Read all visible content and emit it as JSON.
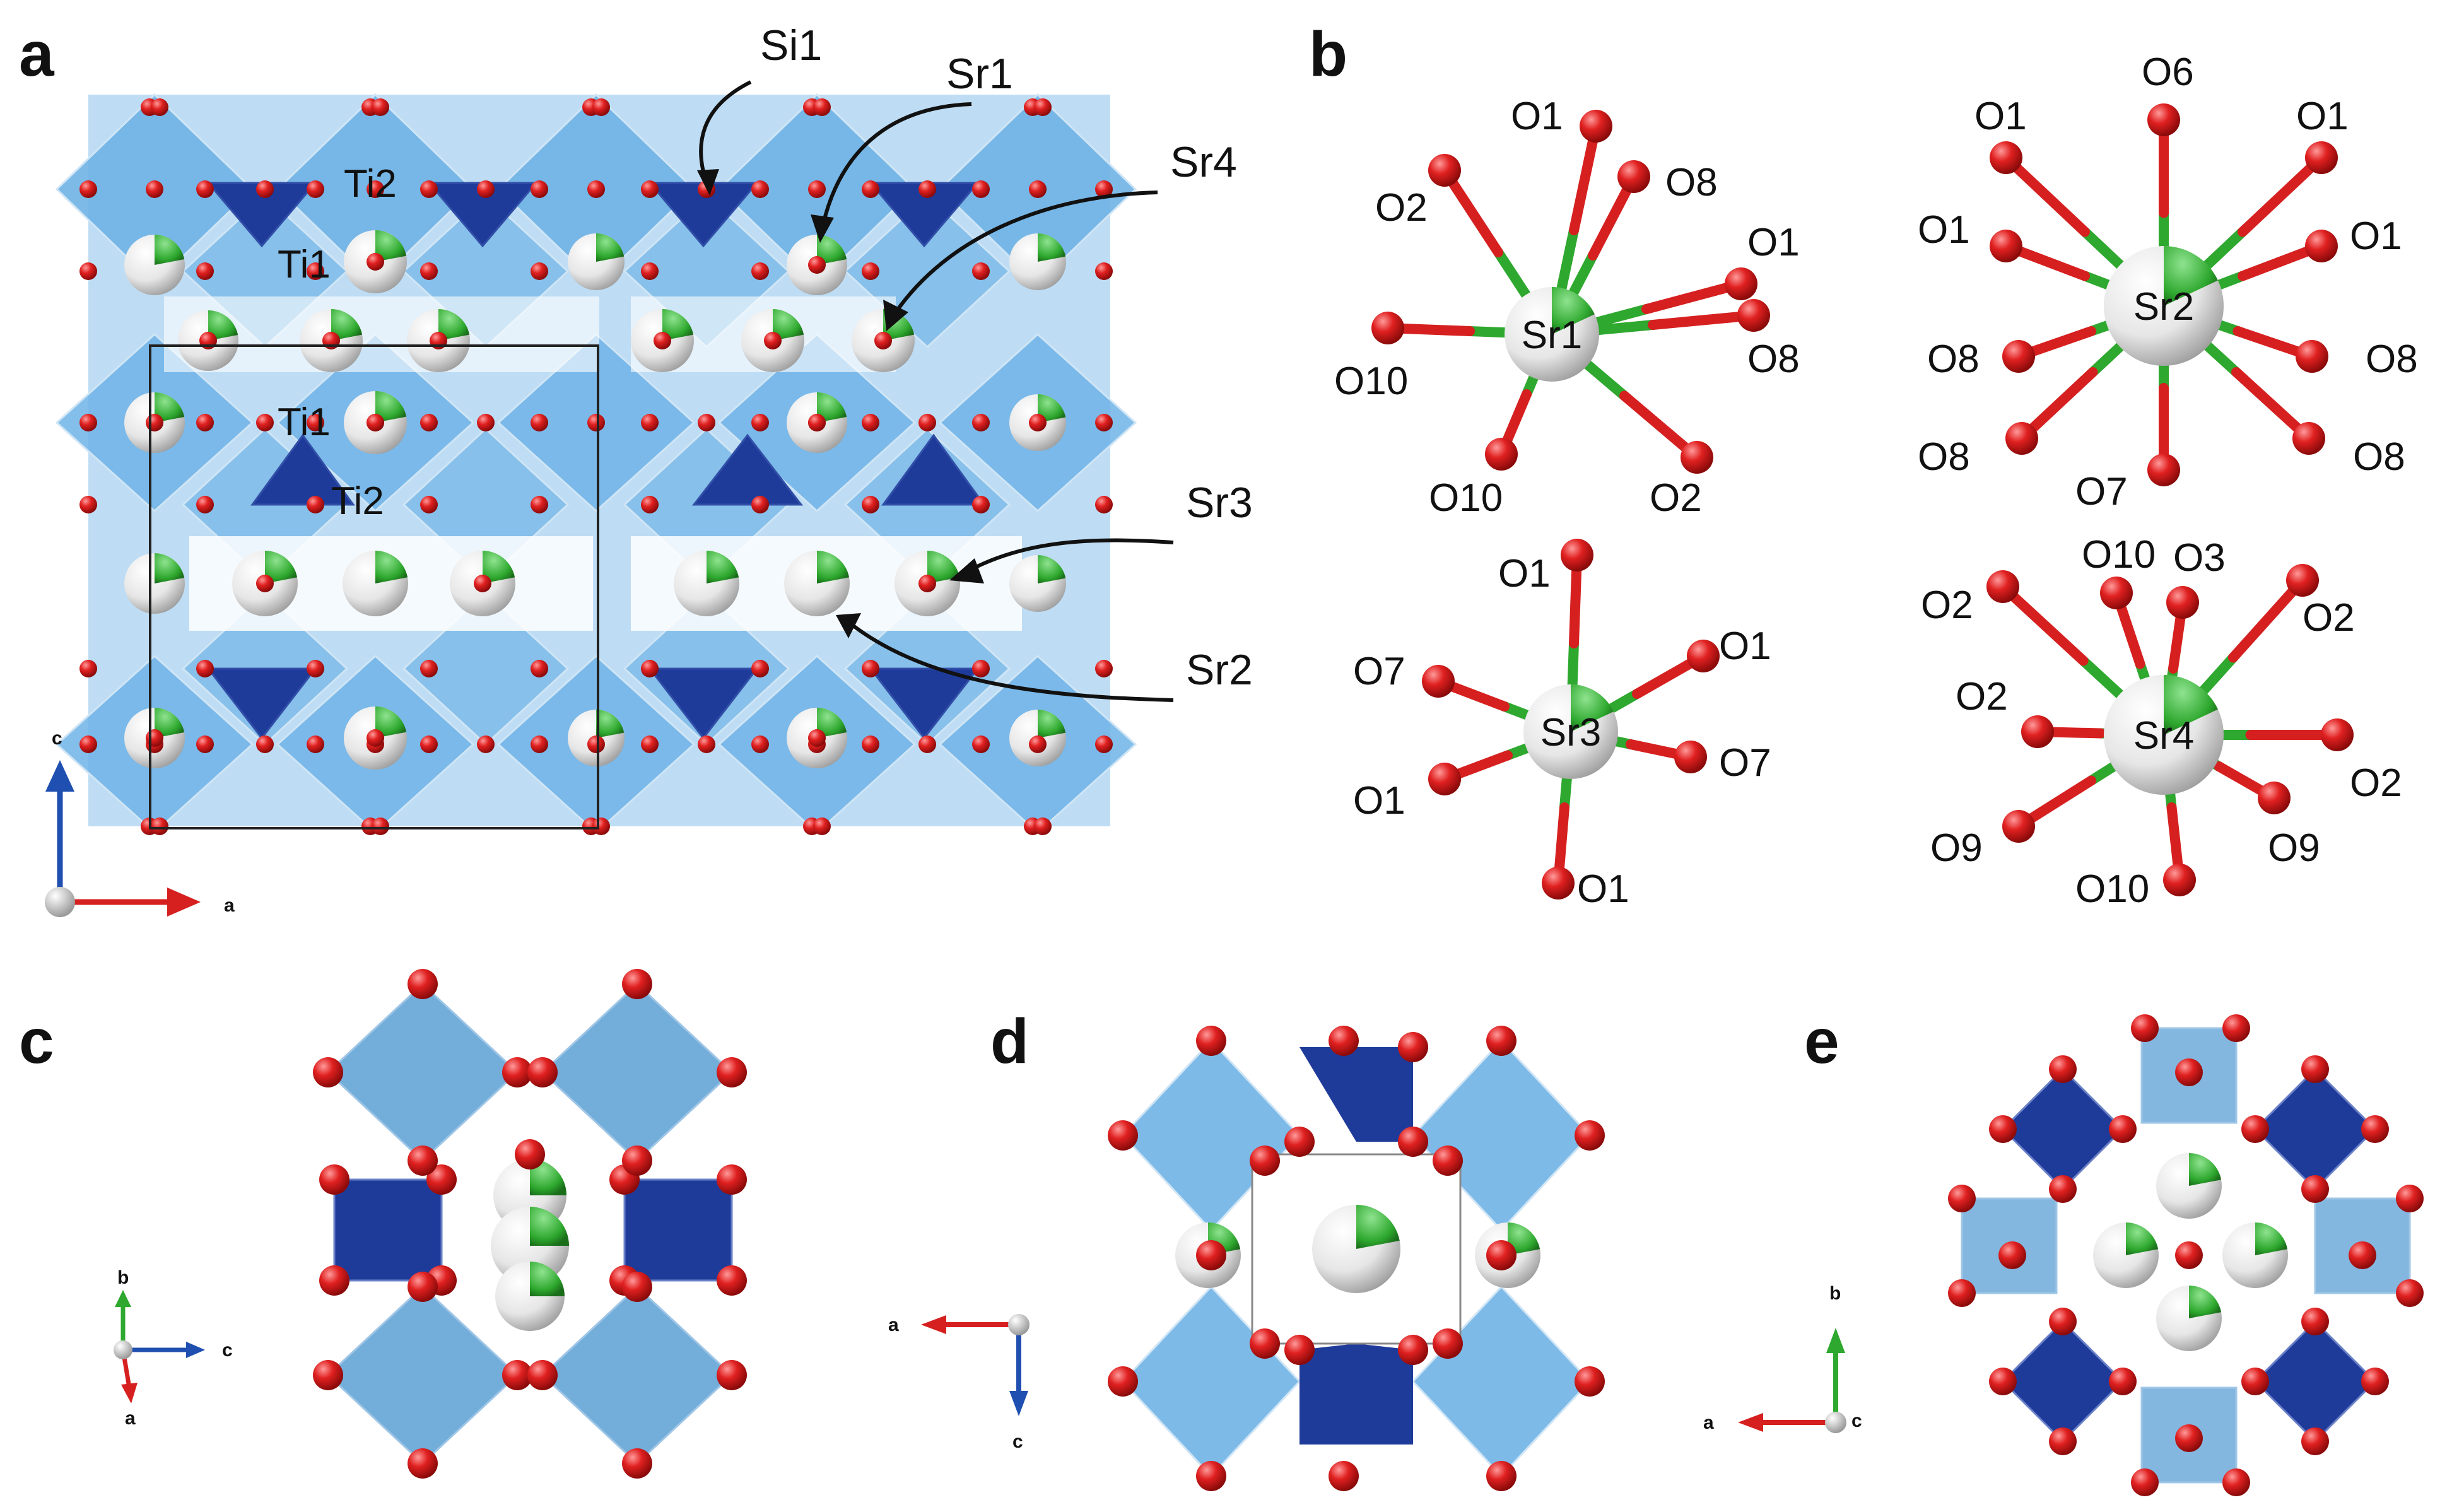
{
  "panels": {
    "a": "a",
    "b": "b",
    "c": "c",
    "d": "d",
    "e": "e"
  },
  "panel_a": {
    "labels": {
      "ti2_top": "Ti2",
      "ti1_top": "Ti1",
      "ti1_mid": "Ti1",
      "ti2_mid": "Ti2"
    },
    "callouts": {
      "si1": "Si1",
      "sr1": "Sr1",
      "sr4": "Sr4",
      "sr3": "Sr3",
      "sr2": "Sr2"
    },
    "axes": {
      "up": "c",
      "right": "a"
    }
  },
  "panel_b": {
    "sr1": {
      "center": "Sr1",
      "ligands": [
        "O1",
        "O8",
        "O2",
        "O1",
        "O10",
        "O8",
        "O10",
        "O2"
      ]
    },
    "sr2": {
      "center": "Sr2",
      "ligands": [
        "O1",
        "O6",
        "O1",
        "O1",
        "O1",
        "O8",
        "O8",
        "O8",
        "O8",
        "O7"
      ]
    },
    "sr3": {
      "center": "Sr3",
      "ligands": [
        "O1",
        "O7",
        "O1",
        "O7",
        "O1",
        "O1"
      ]
    },
    "sr4": {
      "center": "Sr4",
      "ligands": [
        "O10",
        "O3",
        "O2",
        "O2",
        "O2",
        "O2",
        "O9",
        "O9",
        "O10"
      ]
    }
  },
  "panel_c": {
    "axes": {
      "b": "b",
      "c": "c",
      "a": "a"
    }
  },
  "panel_d": {
    "axes": {
      "a": "a",
      "c": "c"
    }
  },
  "panel_e": {
    "axes": {
      "b": "b",
      "a": "a",
      "c": "c"
    }
  },
  "colors": {
    "octahedron": "#6fb3e6",
    "tetrahedron": "#1f3b9a",
    "oxygen": "#e02020",
    "strontium": "#e8e8e8",
    "partial": "#2ea82e",
    "axis_a": "#d62020",
    "axis_b": "#2ea82e",
    "axis_c": "#1f4fb0"
  }
}
